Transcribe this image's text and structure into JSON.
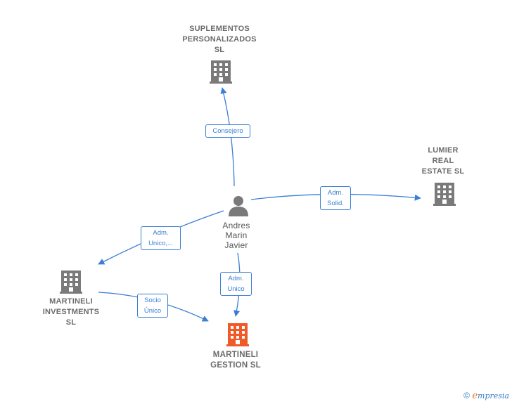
{
  "nodes": {
    "suplementos": {
      "lines": [
        "SUPLEMENTOS",
        "PERSONALIZADOS",
        "SL"
      ],
      "icon": "building-icon",
      "color": "#7a7a7a"
    },
    "lumier": {
      "lines": [
        "LUMIER",
        "REAL",
        "ESTATE  SL"
      ],
      "icon": "building-icon",
      "color": "#7a7a7a"
    },
    "person": {
      "lines": [
        "Andres",
        "Marin",
        "Javier"
      ],
      "icon": "person-icon",
      "color": "#7a7a7a"
    },
    "investments": {
      "lines": [
        "MARTINELI",
        "INVESTMENTS",
        "SL"
      ],
      "icon": "building-icon",
      "color": "#7a7a7a"
    },
    "gestion": {
      "lines": [
        "MARTINELI",
        "GESTION  SL"
      ],
      "icon": "building-icon",
      "color": "#f05a28"
    }
  },
  "edges": {
    "consejero": {
      "lines": [
        "Consejero"
      ]
    },
    "adm_solid": {
      "lines": [
        "Adm.",
        "Solid."
      ]
    },
    "adm_unico_inv": {
      "lines": [
        "Adm.",
        "Unico,..."
      ]
    },
    "adm_unico": {
      "lines": [
        "Adm.",
        "Unico"
      ]
    },
    "socio_unico": {
      "lines": [
        "Socio",
        "Único"
      ]
    }
  },
  "edge_color": "#3a7fd5",
  "footer": {
    "copyright": "©",
    "brand_initial": "e",
    "brand_rest": "mpresia"
  }
}
